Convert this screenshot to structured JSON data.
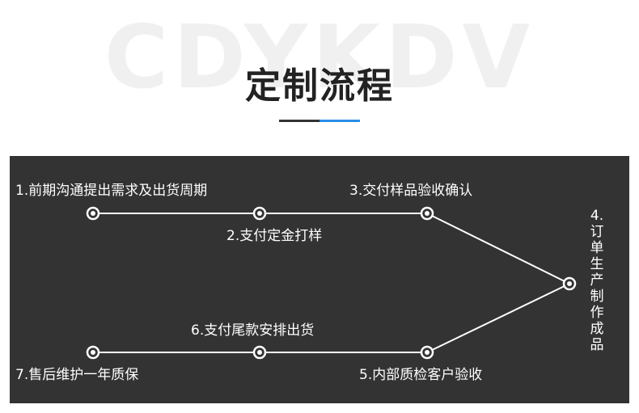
{
  "watermark": "CDYKDV",
  "title": "定制流程",
  "steps": {
    "s1": "1.前期沟通提出需求及出货周期",
    "s2": "2.支付定金打样",
    "s3": "3.交付样品验收确认",
    "s4_num": "4.",
    "s4_text": "订单生产制作成品",
    "s5": "5.内部质检客户验收",
    "s6": "6.支付尾款安排出货",
    "s7": "7.售后维护一年质保"
  },
  "colors": {
    "panel": "#333333",
    "accent": "#2a8ee6",
    "line": "#ffffff"
  }
}
